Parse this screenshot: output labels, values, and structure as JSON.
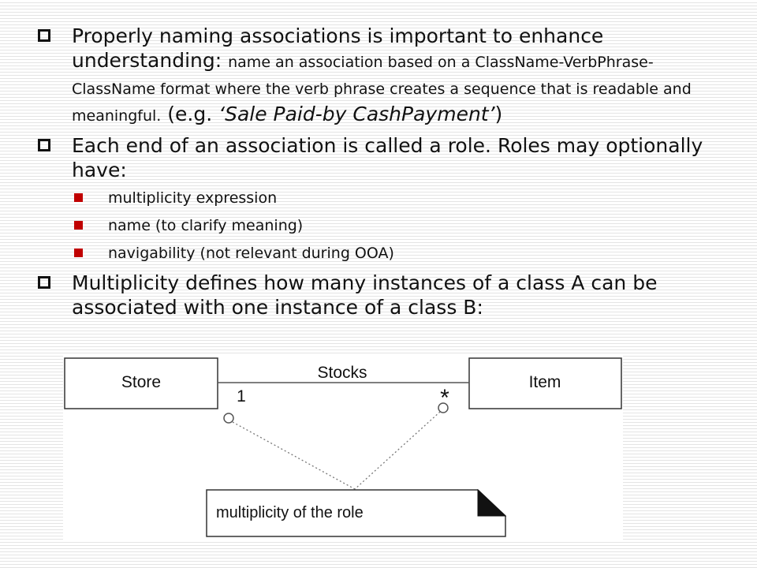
{
  "bullets": {
    "b1_main": "Properly naming associations is important to enhance understanding:",
    "b1_detail": "name an association based on a ClassName-VerbPhrase-ClassName format where the verb phrase creates a sequence that is readable and meaningful.",
    "b1_eg_open": "(e.g. ",
    "b1_eg_italic": "‘Sale Paid-by CashPayment’",
    "b1_eg_close": ")",
    "b2_main": "Each end of an association is called a role. Roles may optionally have:",
    "sub_items": [
      "multiplicity expression",
      "name (to clarify meaning)",
      "navigability (not relevant during OOA)"
    ],
    "b3_main": "Multiplicity defines how many instances of a class A can be associated with one instance of a class B:"
  },
  "diagram": {
    "left_class": "Store",
    "right_class": "Item",
    "association": "Stocks",
    "left_multiplicity": "1",
    "right_multiplicity": "*",
    "note": "multiplicity of the role"
  },
  "colors": {
    "square_bullet": "#111111",
    "sub_bullet": "#c00000"
  }
}
